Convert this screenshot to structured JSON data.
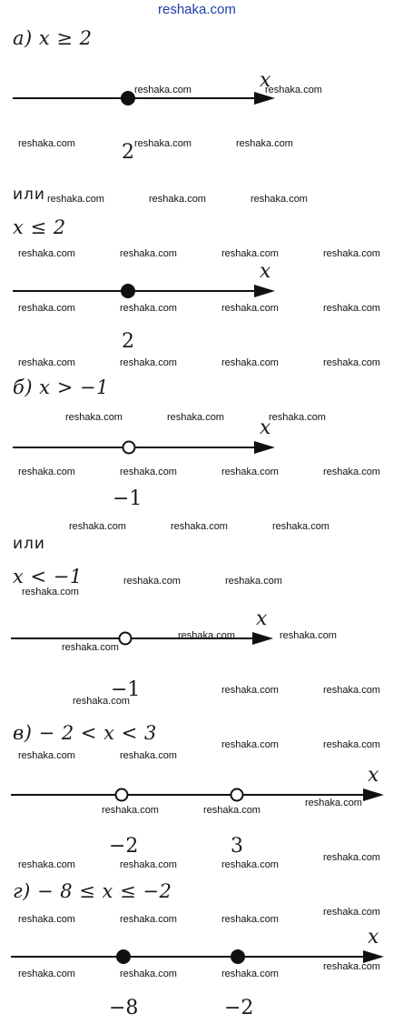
{
  "site": "reshaka.com",
  "watermark": "reshaka.com",
  "or_label": "или",
  "parts": {
    "a": {
      "heading": "а) x ≥ 2",
      "var": "x",
      "points": [
        {
          "label": "2",
          "filled": true
        }
      ],
      "alt_heading": "x ≤ 2",
      "alt_var": "x",
      "alt_points": [
        {
          "label": "2",
          "filled": true
        }
      ]
    },
    "b": {
      "heading": "б) x > −1",
      "var": "x",
      "points": [
        {
          "label": "−1",
          "filled": false
        }
      ],
      "alt_heading": "x < −1",
      "alt_var": "x",
      "alt_points": [
        {
          "label": "−1",
          "filled": false
        }
      ]
    },
    "v": {
      "heading": "в) − 2 < x < 3",
      "var": "x",
      "points": [
        {
          "label": "−2",
          "filled": false
        },
        {
          "label": "3",
          "filled": false
        }
      ]
    },
    "g": {
      "heading": "г) − 8 ≤ x ≤ −2",
      "var": "x",
      "points": [
        {
          "label": "−8",
          "filled": true
        },
        {
          "label": "−2",
          "filled": true
        }
      ]
    }
  }
}
